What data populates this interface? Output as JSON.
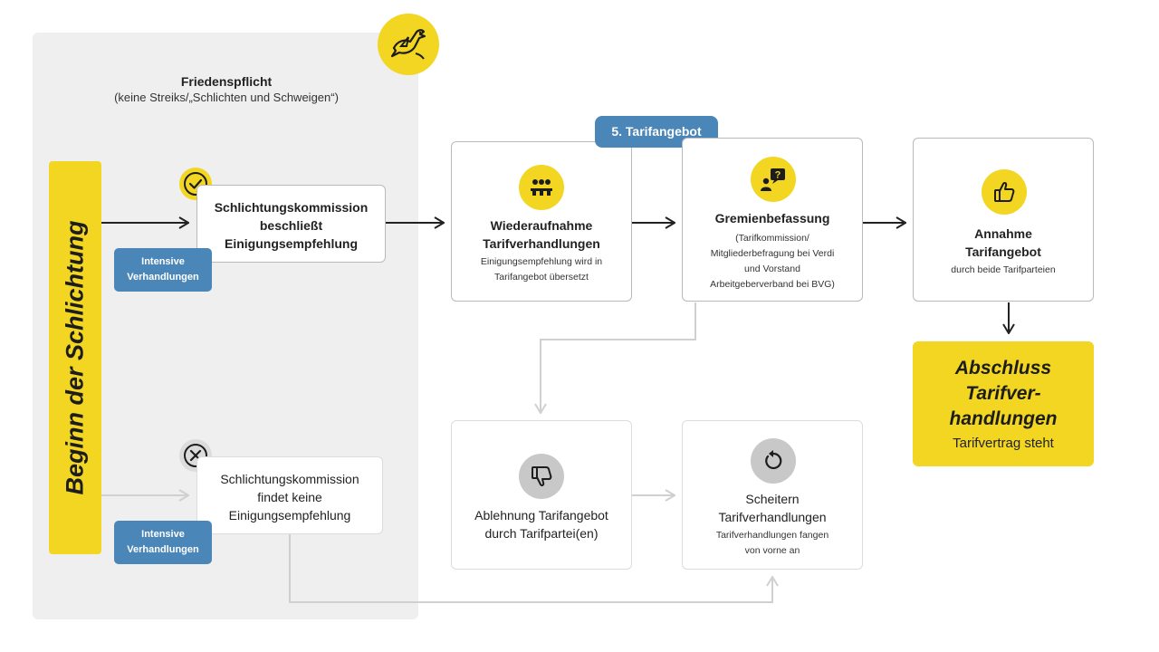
{
  "peace_obligation": {
    "title": "Friedenspflicht",
    "subtitle": "(keine Streiks/„Schlichten und Schweigen“)",
    "icon": "dove-icon"
  },
  "start": {
    "label": "Beginn der Schlichtung"
  },
  "success_branch": {
    "box_title": "Schlichtungskommission beschließt Einigungsempfehlung",
    "tag": "Intensive Verhandlungen",
    "icon": "check-circle-icon"
  },
  "failure_branch": {
    "box_title": "Schlichtungskommission findet keine Einigungsempfehlung",
    "tag": "Intensive Verhandlungen",
    "icon": "x-circle-icon"
  },
  "offer_tag": "5. Tarifangebot",
  "steps": {
    "resume": {
      "title": "Wiederaufnahme Tarifverhandlungen",
      "subtitle": "Einigungsempfehlung wird in Tarifangebot übersetzt",
      "icon": "meeting-icon"
    },
    "committee": {
      "title": "Gremienbefassung",
      "subtitle": "(Tarifkommission/ Mitgliederbefragung bei Verdi und Vorstand Arbeitgeberverband bei BVG)",
      "icon": "question-bubble-icon"
    },
    "accept": {
      "title": "Annahme Tarifangebot",
      "subtitle": "durch beide Tarifparteien",
      "icon": "thumbs-up-icon"
    },
    "reject": {
      "title": "Ablehnung Tarifangebot durch Tarifpartei(en)",
      "icon": "thumbs-down-icon"
    },
    "fail": {
      "title": "Scheitern Tarifverhandlungen",
      "subtitle": "Tarifverhandlungen fangen von vorne an",
      "icon": "restart-icon"
    }
  },
  "final": {
    "title": "Abschluss Tarifver-handlungen",
    "subtitle": "Tarifvertrag steht"
  },
  "colors": {
    "accent_yellow": "#f2d621",
    "tag_blue": "#4a86b8",
    "zone_grey": "#efefef",
    "arrow_dark": "#222222",
    "arrow_light": "#d0d0d0"
  }
}
